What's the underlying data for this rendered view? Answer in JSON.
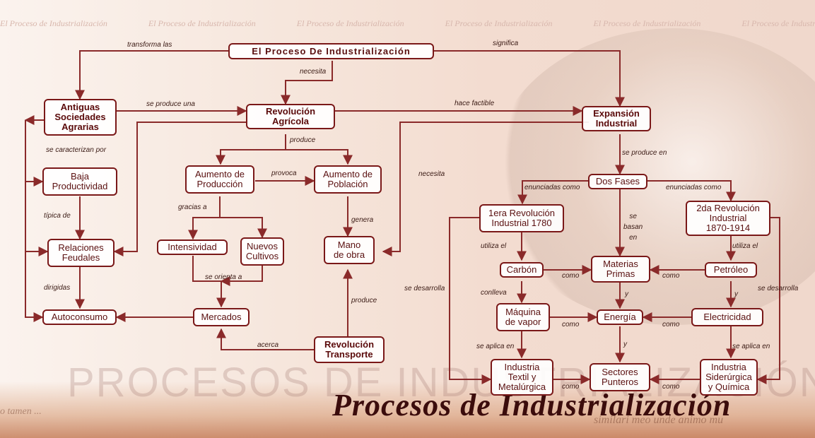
{
  "background": {
    "band_text": "El Proceso de Industrialización",
    "big_title": "PROCESOS DE INDUSTRIALIZACIÓN",
    "script_title": "Procesos de Industrialización",
    "latin_left": "o tamen ... ",
    "latin_right": "similari meo unde animo mu"
  },
  "colors": {
    "line": "#8a2a2a",
    "node_border": "#7a1818",
    "text": "#5a1010"
  },
  "nodes": {
    "proceso": "El Proceso De Industrialización",
    "antiguas": "Antiguas\nSociedades\nAgrarias",
    "rev_agricola": "Revolución\nAgrícola",
    "expansion": "Expansión\nIndustrial",
    "baja": "Baja\nProductividad",
    "aumento_prod": "Aumento de\nProducción",
    "aumento_pob": "Aumento de\nPoblación",
    "relaciones": "Relaciones\nFeudales",
    "intensividad": "Intensividad",
    "nuevos": "Nuevos\nCultivos",
    "mano": "Mano\nde obra",
    "autoconsumo": "Autoconsumo",
    "mercados": "Mercados",
    "rev_transporte": "Revolución\nTransporte",
    "dos_fases": "Dos Fases",
    "primera": "1era Revolución\nIndustrial 1780",
    "segunda": "2da Revolución\nIndustrial\n1870-1914",
    "carbon": "Carbón",
    "materias": "Materias\nPrimas",
    "petroleo": "Petróleo",
    "maquina": "Máquina\nde vapor",
    "energia": "Energía",
    "electricidad": "Electricidad",
    "textil": "Industria\nTextil y\nMetalúrgica",
    "sectores": "Sectores\nPunteros",
    "siderurgica": "Industria\nSiderúrgica\ny Química"
  },
  "links": {
    "transforma": "transforma las",
    "significa": "significa",
    "necesita1": "necesita",
    "se_produce_una": "se produce una",
    "hace_factible": "hace factible",
    "se_caracterizan": "se caracterizan por",
    "produce1": "produce",
    "se_produce_en": "se produce en",
    "provoca": "provoca",
    "necesita2": "necesita",
    "enunciadas1": "enunciadas como",
    "enunciadas2": "enunciadas como",
    "tipica": "típica de",
    "gracias": "gracias a",
    "genera": "genera",
    "se_basan": "se\nbasan\nen",
    "utiliza1": "utiliza el",
    "utiliza2": "utiliza el",
    "se_orienta": "se orienta a",
    "como1": "como",
    "como2": "como",
    "dirigidas": "dirigidas",
    "se_desarrolla1": "se desarrolla",
    "se_desarrolla2": "se desarrolla",
    "conlleva": "conlleva",
    "y1": "y",
    "y2": "y",
    "produce2": "produce",
    "como3": "como",
    "como4": "como",
    "acerca": "acerca",
    "se_aplica1": "se aplica en",
    "se_aplica2": "se aplica en",
    "y3": "y",
    "como5": "como",
    "como6": "como"
  }
}
